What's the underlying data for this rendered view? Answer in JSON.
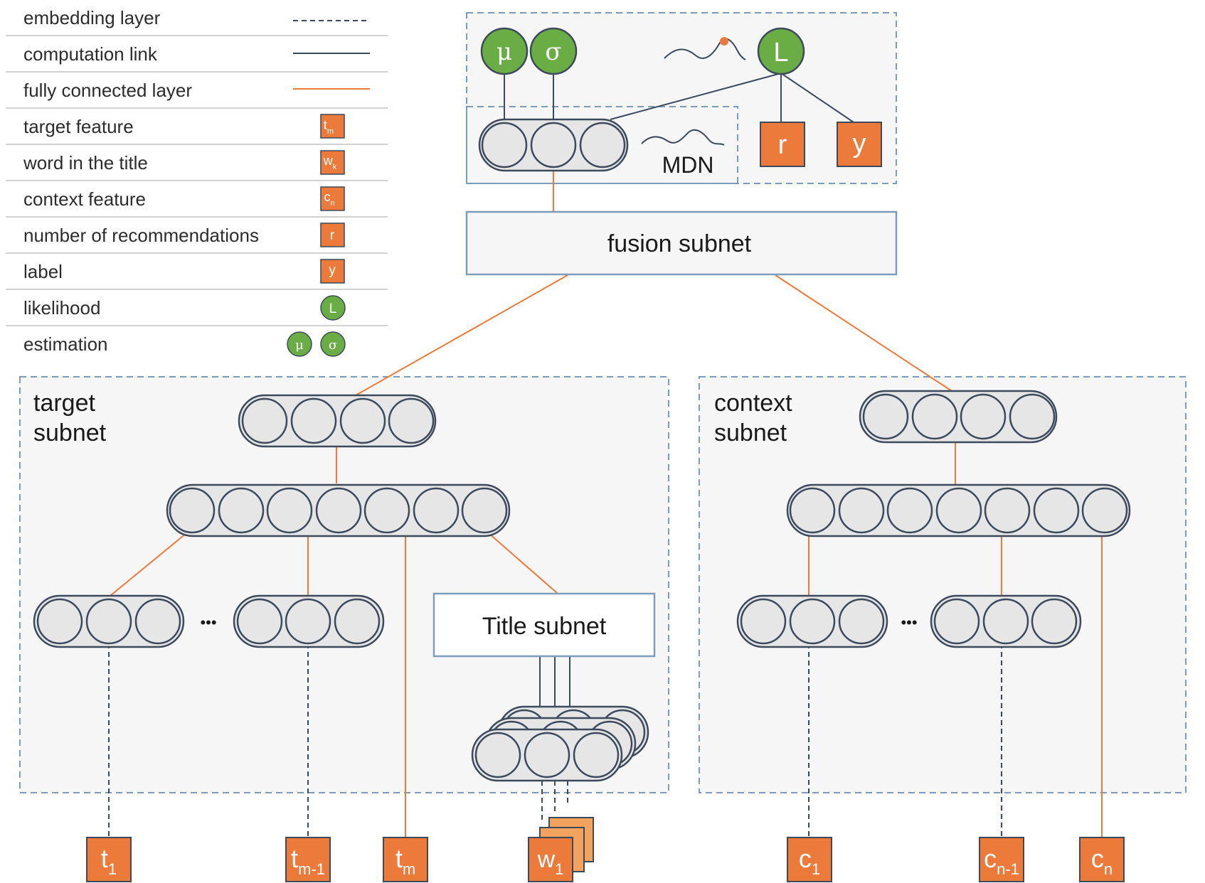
{
  "legend": [
    {
      "label": "embedding layer",
      "symbol": "dashed-line"
    },
    {
      "label": "computation link",
      "symbol": "solid-line"
    },
    {
      "label": "fully connected layer",
      "symbol": "orange-line"
    },
    {
      "label": "target feature",
      "symbol": "orange-square",
      "base": "t",
      "sub": "m"
    },
    {
      "label": "word in the title",
      "symbol": "orange-square",
      "base": "w",
      "sub": "k"
    },
    {
      "label": "context feature",
      "symbol": "orange-square",
      "base": "c",
      "sub": "n"
    },
    {
      "label": "number of recommendations",
      "symbol": "orange-square",
      "base": "r",
      "sub": ""
    },
    {
      "label": "label",
      "symbol": "orange-square",
      "base": "y",
      "sub": ""
    },
    {
      "label": "likelihood",
      "symbol": "green-circle",
      "glyphs": [
        "L"
      ]
    },
    {
      "label": "estimation",
      "symbol": "green-circle",
      "glyphs": [
        "μ",
        "σ"
      ]
    }
  ],
  "top": {
    "mu": "μ",
    "sigma": "σ",
    "likelihood": "L",
    "mdn_label": "MDN",
    "r": "r",
    "y": "y"
  },
  "fusion_label": "fusion subnet",
  "target_label": [
    "target",
    "subnet"
  ],
  "context_label": [
    "context",
    "subnet"
  ],
  "title_subnet_label": "Title subnet",
  "ellipsis": "•••",
  "inputs": [
    {
      "base": "t",
      "sub": "1"
    },
    {
      "base": "t",
      "sub": "m-1"
    },
    {
      "base": "t",
      "sub": "m"
    },
    {
      "base": "w",
      "sub": "1"
    },
    {
      "base": "c",
      "sub": "1"
    },
    {
      "base": "c",
      "sub": "n-1"
    },
    {
      "base": "c",
      "sub": "n"
    }
  ],
  "colors": {
    "orange": "#ec7a3b",
    "orange_light": "#f4a35e",
    "green": "#6aad45",
    "dark": "#3c4a5c",
    "dashed_box": "#7d9cbc",
    "box_fill": "#f6f6f6",
    "neuron_fill": "#e6e6e6"
  }
}
